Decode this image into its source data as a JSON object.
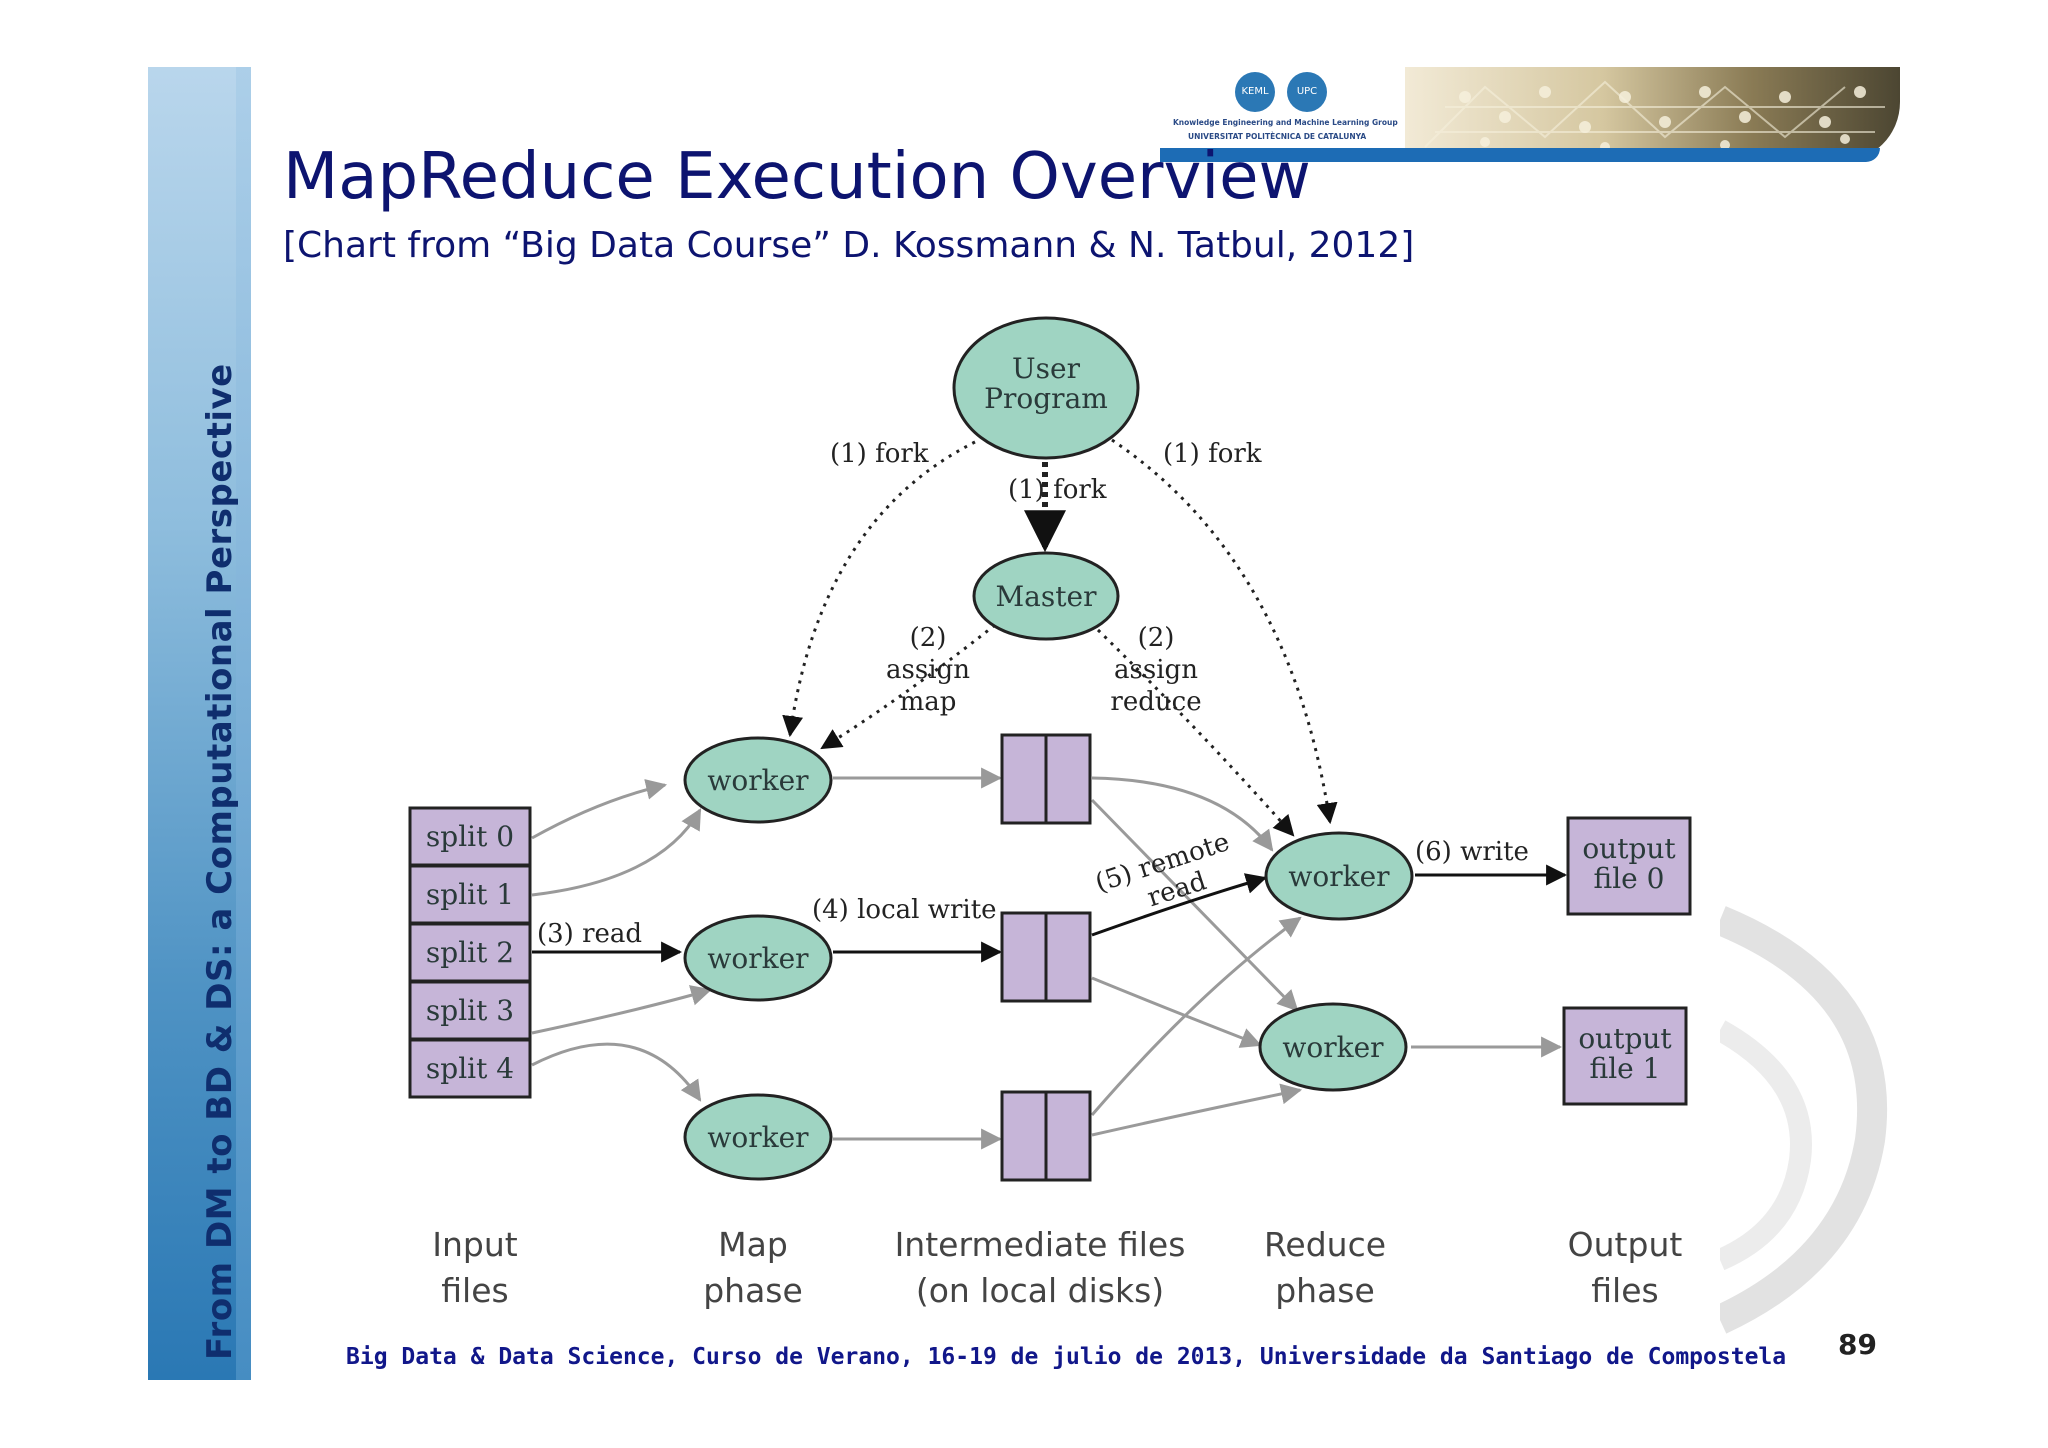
{
  "sidebar": {
    "text": "From DM to BD & DS: a Computational Perspective"
  },
  "header": {
    "title": "MapReduce Execution Overview",
    "subtitle": "[Chart from “Big Data Course” D. Kossmann & N. Tatbul, 2012]"
  },
  "logo": {
    "line1": "Knowledge Engineering and Machine Learning Group",
    "line2": "UNIVERSITAT POLITÈCNICA DE CATALUNYA"
  },
  "diagram": {
    "user_program": [
      "User",
      "Program"
    ],
    "master": "Master",
    "worker": "worker",
    "splits": [
      "split 0",
      "split 1",
      "split 2",
      "split 3",
      "split 4"
    ],
    "outputs": [
      [
        "output",
        "file 0"
      ],
      [
        "output",
        "file 1"
      ]
    ],
    "edges": {
      "fork": "(1) fork",
      "fork_mid": "(1) fork",
      "assign_map": [
        "(2)",
        "assign",
        "map"
      ],
      "assign_reduce": [
        "(2)",
        "assign",
        "reduce"
      ],
      "read": "(3) read",
      "local_write": "(4) local write",
      "remote_read": [
        "(5) remote",
        "read"
      ],
      "write": "(6) write"
    },
    "phases": [
      [
        "Input",
        "files"
      ],
      [
        "Map",
        "phase"
      ],
      [
        "Intermediate files",
        "(on local disks)"
      ],
      [
        "Reduce",
        "phase"
      ],
      [
        "Output",
        "files"
      ]
    ],
    "colors": {
      "node_fill": "#9fd4c2",
      "file_fill": "#c6b5d8"
    }
  },
  "footer": "Big Data & Data Science, Curso de Verano, 16-19 de julio de 2013, Universidade da Santiago de Compostela",
  "page_number": "89"
}
